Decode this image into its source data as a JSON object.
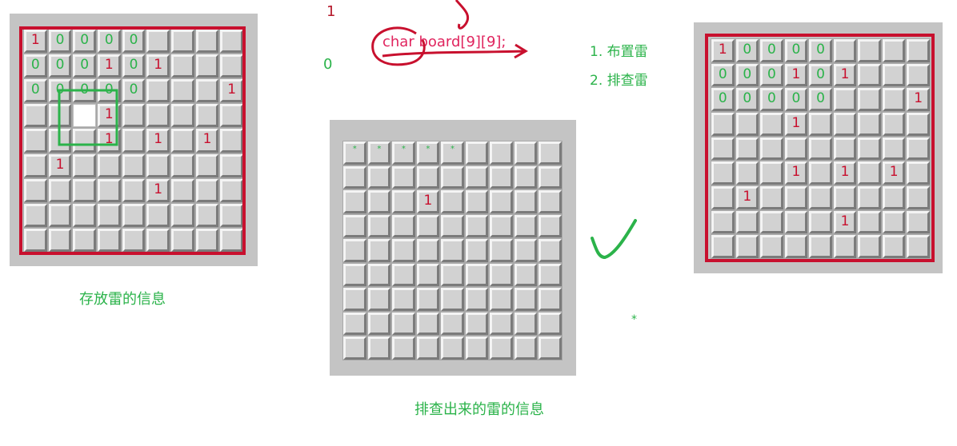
{
  "annotations": {
    "red_one": "1",
    "green_zero": "0",
    "code": "char board[9][9];",
    "step1": "1. 布置雷",
    "step2": "2. 排查雷",
    "star": "*"
  },
  "captions": {
    "left": "存放雷的信息",
    "middle": "排查出来的雷的信息"
  },
  "colors": {
    "red": "#c8102e",
    "green": "#2bb34a",
    "cell": "#d2d2d2"
  },
  "left_board": {
    "rows": [
      [
        "1",
        "0",
        "0",
        "0",
        "0",
        "",
        "",
        "",
        ""
      ],
      [
        "0",
        "0",
        "0",
        "1",
        "0",
        "1",
        "",
        "",
        ""
      ],
      [
        "0",
        "0",
        "0",
        "0",
        "0",
        "",
        "",
        "",
        "1"
      ],
      [
        "",
        "",
        "",
        "1",
        "",
        "",
        "",
        "",
        ""
      ],
      [
        "",
        "",
        "",
        "1",
        "",
        "1",
        "",
        "1",
        ""
      ],
      [
        "",
        "1",
        "",
        "",
        "",
        "",
        "",
        "",
        ""
      ],
      [
        "",
        "",
        "",
        "",
        "",
        "1",
        "",
        "",
        ""
      ],
      [
        "",
        "",
        "",
        "",
        "",
        "",
        "",
        "",
        ""
      ],
      [
        "",
        "",
        "",
        "",
        "",
        "",
        "",
        "",
        ""
      ]
    ]
  },
  "middle_board": {
    "rows": [
      [
        "*",
        "*",
        "*",
        "*",
        "*",
        "",
        "",
        "",
        "",
        ""
      ],
      [
        "",
        "",
        "",
        "",
        "",
        "",
        "",
        "",
        "",
        ""
      ],
      [
        "",
        "",
        "",
        "1",
        "",
        "",
        "",
        "",
        "",
        ""
      ],
      [
        "",
        "",
        "",
        "",
        "",
        "",
        "",
        "",
        "",
        ""
      ],
      [
        "",
        "",
        "",
        "",
        "",
        "",
        "",
        "",
        "",
        ""
      ],
      [
        "",
        "",
        "",
        "",
        "",
        "",
        "",
        "",
        "",
        ""
      ],
      [
        "",
        "",
        "",
        "",
        "",
        "",
        "",
        "",
        "",
        ""
      ],
      [
        "",
        "",
        "",
        "",
        "",
        "",
        "",
        "",
        "",
        ""
      ],
      [
        "",
        "",
        "",
        "",
        "",
        "",
        "",
        "",
        "",
        ""
      ]
    ]
  },
  "right_board": {
    "rows": [
      [
        "1",
        "0",
        "0",
        "0",
        "0",
        "",
        "",
        "",
        ""
      ],
      [
        "0",
        "0",
        "0",
        "1",
        "0",
        "1",
        "",
        "",
        ""
      ],
      [
        "0",
        "0",
        "0",
        "0",
        "0",
        "",
        "",
        "",
        "1"
      ],
      [
        "",
        "",
        "",
        "1",
        "",
        "",
        "",
        "",
        ""
      ],
      [
        "",
        "",
        "",
        "",
        "",
        "",
        "",
        "",
        ""
      ],
      [
        "",
        "",
        "",
        "1",
        "",
        "1",
        "",
        "1",
        ""
      ],
      [
        "",
        "1",
        "",
        "",
        "",
        "",
        "",
        "",
        ""
      ],
      [
        "",
        "",
        "",
        "",
        "",
        "1",
        "",
        "",
        ""
      ],
      [
        "",
        "",
        "",
        "",
        "",
        "",
        "",
        "",
        ""
      ]
    ]
  }
}
